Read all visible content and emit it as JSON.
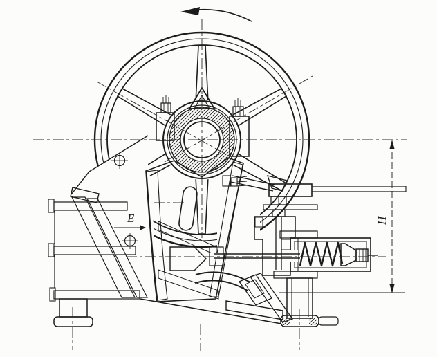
{
  "figure": {
    "kind": "engineering-sectional-drawing",
    "subject": "single-toggle jaw crusher, side section",
    "labels": {
      "discharge_gap": "E",
      "overall_height": "H"
    },
    "annotations": {
      "rotation_direction": "counterclockwise"
    },
    "colors": {
      "ink": "#1c1c1c",
      "paper": "#fcfcfa"
    }
  }
}
